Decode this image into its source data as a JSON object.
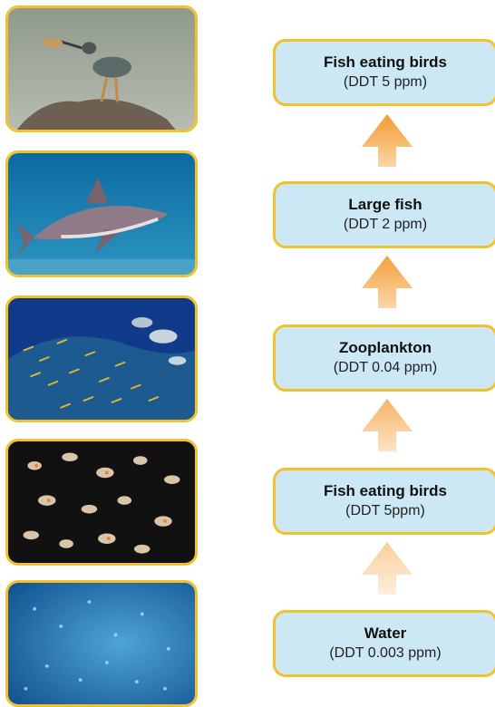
{
  "levels": [
    {
      "name": "Fish eating birds",
      "ddt": "(DDT 5 ppm)"
    },
    {
      "name": "Large fish",
      "ddt": "(DDT 2 ppm)"
    },
    {
      "name": "Zooplankton",
      "ddt": "(DDT 0.04 ppm)"
    },
    {
      "name": "Fish eating birds",
      "ddt": "(DDT 5ppm)"
    },
    {
      "name": "Water",
      "ddt": "(DDT 0.003 ppm)"
    }
  ],
  "photos": [
    "heron-photo",
    "shark-photo",
    "fish-school-photo",
    "plankton-photo",
    "water-photo"
  ],
  "colors": {
    "box_fill": "#cde8f5",
    "border": "#f2c12e",
    "arrow_strong": "#f29a2e",
    "arrow_faint": "#f9cf9a"
  }
}
